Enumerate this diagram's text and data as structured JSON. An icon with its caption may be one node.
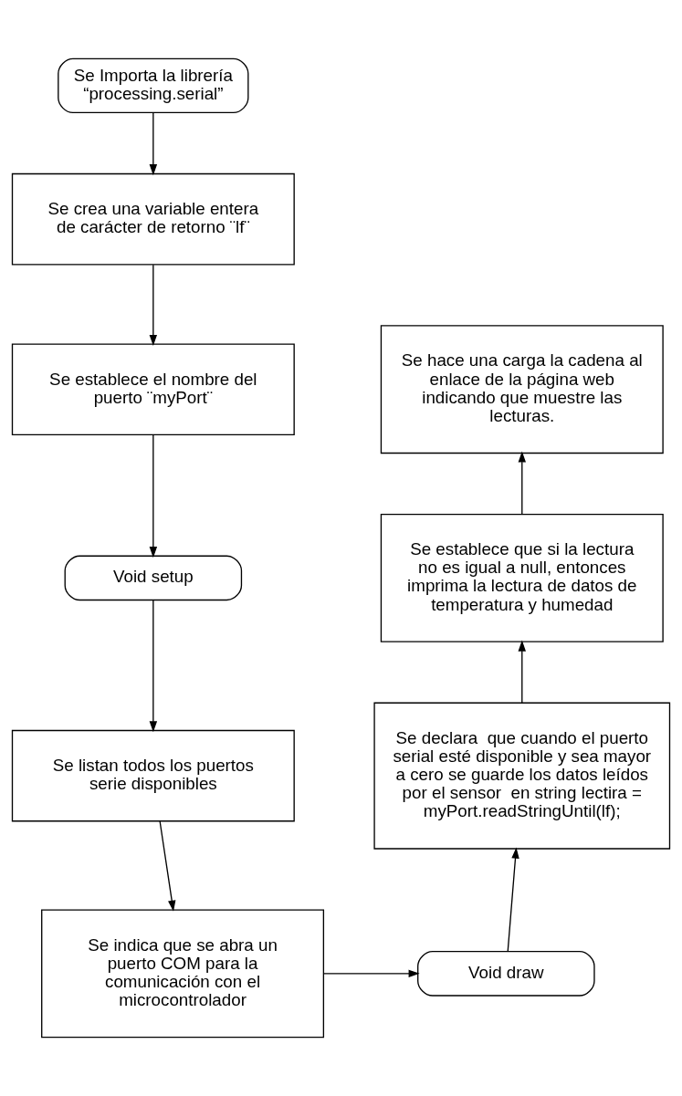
{
  "diagram": {
    "nodes": [
      {
        "text": [
          "Se Importa la librería “processing.serial”"
        ]
      },
      {
        "text": [
          "Se crea una variable entera  de carácter de retorno ¨lf¨"
        ]
      },
      {
        "text": [
          "Se establece el nombre del puerto ¨myPort¨"
        ]
      },
      {
        "text": [
          "Void setup"
        ]
      },
      {
        "text": [
          "Se listan todos los puertos serie disponibles"
        ]
      },
      {
        "text": [
          "Se indica que se abra un puerto COM para la comunicación con el microcontrolador"
        ]
      },
      {
        "text": [
          "Void draw"
        ]
      },
      {
        "text": [
          "Se declara  que cuando el puerto serial esté disponible y sea mayor a cero se guarde los datos leídos por el sensor  en string lectira = myPort.readStringUntil(lf);"
        ]
      },
      {
        "text": [
          "Se establece que si la lectura no es igual a null, entonces imprima la lectura de datos de temperatura y humedad"
        ]
      },
      {
        "text": [
          "Se hace una carga la cadena al enlace de la página web indicando que muestre las lecturas."
        ]
      }
    ],
    "edges": [
      {
        "from": 0,
        "to": 1,
        "arrow": "to"
      },
      {
        "from": 1,
        "to": 2,
        "arrow": "to"
      },
      {
        "from": 2,
        "to": 3,
        "arrow": "to"
      },
      {
        "from": 3,
        "to": 4,
        "arrow": "to"
      },
      {
        "from": 4,
        "to": 5,
        "arrow": "to"
      },
      {
        "from": 5,
        "to": 6,
        "arrow": "to"
      },
      {
        "from": 6,
        "to": 7,
        "arrow": "to"
      },
      {
        "from": 7,
        "to": 8,
        "arrow": "to"
      },
      {
        "from": 8,
        "to": 9,
        "arrow": "to"
      }
    ]
  }
}
